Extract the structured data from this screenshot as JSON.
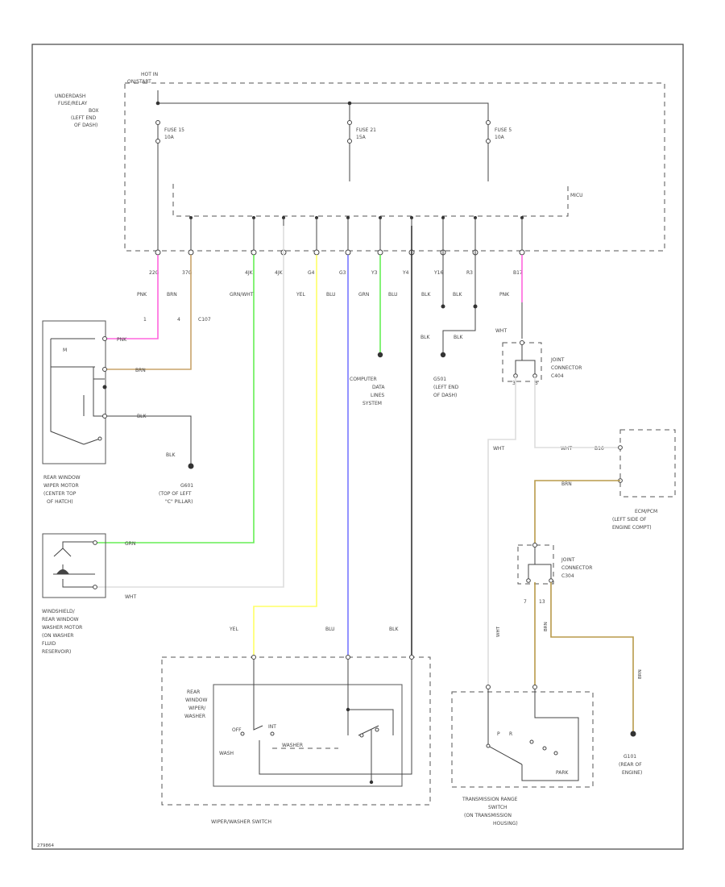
{
  "colors": {
    "pnk": "#ff66dd",
    "brn": "#c8a36a",
    "grn": "#66ee55",
    "yel": "#ffff66",
    "blu": "#7777ff",
    "blk": "#333333",
    "wht": "#dddddd",
    "brnGnd": "#b89a4a"
  },
  "relay_box": {
    "power_label": [
      "HOT IN",
      "ON/START"
    ],
    "name": [
      "UNDERDASH",
      "FUSE/RELAY",
      "BOX",
      "(LEFT END",
      "OF DASH)"
    ],
    "fuses": [
      {
        "name": "FUSE 15",
        "rating": "10A"
      },
      {
        "name": "FUSE 21",
        "rating": "15A"
      },
      {
        "name": "FUSE 5",
        "rating": "10A"
      }
    ],
    "micu": "MICU",
    "pins": [
      "22G",
      "37G",
      "4JK",
      "4JK",
      "G4",
      "G3",
      "Y3",
      "Y4",
      "Y16",
      "R3",
      "B17"
    ]
  },
  "wire_labels": {
    "pnk": "PNK",
    "brn": "BRN",
    "grn_wht": "GRN/WHT",
    "yel": "YEL",
    "blu": "BLU",
    "grn": "GRN",
    "blu2": "BLU",
    "blk": "BLK",
    "blk2": "BLK",
    "pnk2": "PNK",
    "c107": "C107",
    "ip1": "1",
    "ip4": "4",
    "pnk_motor": "PNK",
    "brn_motor": "BRN",
    "blk_motor": "BLK",
    "blk_g601": "BLK",
    "blk_g501_a": "BLK",
    "blk_g501_b": "BLK",
    "wht_joint": "WHT",
    "grn_washer": "GRN",
    "wht_washer": "WHT",
    "yel_switch": "YEL",
    "blu_switch": "BLU",
    "blk_switch": "BLK",
    "wht_ecm_a": "WHT",
    "wht_ecm_b": "WHT",
    "blk_ecm": "B16",
    "brn_ecm": "BRN",
    "wht_range": "WHT",
    "brn_range": "BRN",
    "brn_g101": "BRN",
    "jc_pins": [
      "3",
      "5"
    ],
    "jc2_pins": [
      "7",
      "13"
    ]
  },
  "components": {
    "rear_motor": [
      "REAR WINDOW",
      "WIPER MOTOR",
      "(CENTER TOP",
      "OF HATCH)"
    ],
    "motor_letter": "M",
    "g601": [
      "G601",
      "(TOP OF LEFT",
      "\"C\" PILLAR)"
    ],
    "computer": [
      "COMPUTER",
      "DATA",
      "LINES",
      "SYSTEM"
    ],
    "g501": [
      "G501",
      "(LEFT END",
      "OF DASH)"
    ],
    "joint1": [
      "JOINT",
      "CONNECTOR",
      "C404"
    ],
    "ecm": [
      "ECM/PCM",
      "(LEFT SIDE OF",
      "ENGINE COMPT)"
    ],
    "joint2": [
      "JOINT",
      "CONNECTOR",
      "C304"
    ],
    "washer": [
      "WINDSHIELD/",
      "REAR WINDOW",
      "WASHER MOTOR",
      "(ON WASHER",
      "FLUID",
      "RESERVOIR)"
    ],
    "switch_inner": [
      "REAR",
      "WINDOW",
      "WIPER/",
      "WASHER"
    ],
    "switch_pos": [
      "OFF",
      "INT",
      "WASH",
      "WASHER"
    ],
    "switch_name": "WIPER/WASHER SWITCH",
    "trans": [
      "TRANSMISSION RANGE",
      "SWITCH",
      "(ON TRANSMISSION",
      "HOUSING)"
    ],
    "trans_pos": [
      "P",
      "R",
      "PARK"
    ],
    "g101": [
      "G101",
      "(REAR OF",
      "ENGINE)"
    ],
    "footer_code": "279864"
  }
}
